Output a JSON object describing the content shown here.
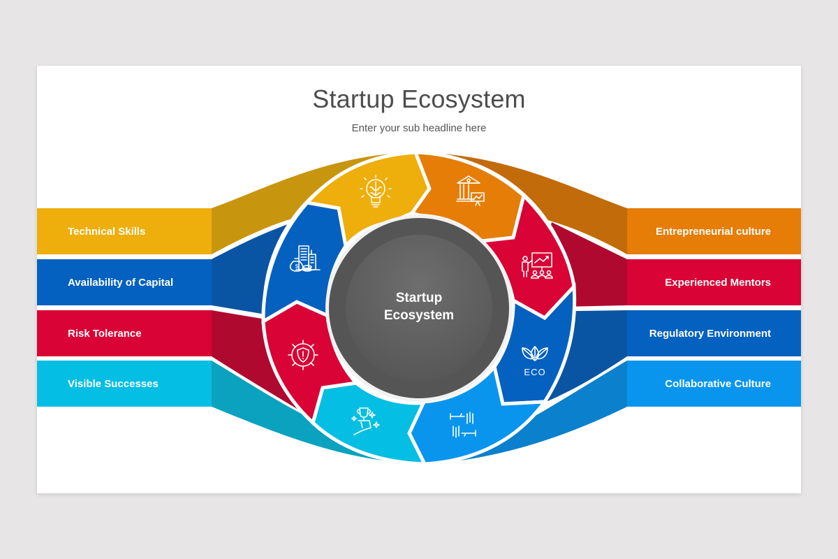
{
  "header": {
    "title": "Startup Ecosystem",
    "subtitle": "Enter your sub headline here"
  },
  "center": {
    "line1": "Startup",
    "line2": "Ecosystem"
  },
  "left_items": [
    {
      "label": "Technical Skills",
      "color": "#eeae0b",
      "icon": "brain-lightbulb-icon"
    },
    {
      "label": "Availability of Capital",
      "color": "#0561bf",
      "icon": "money-bag-buildings-icon"
    },
    {
      "label": "Risk Tolerance",
      "color": "#d90335",
      "icon": "gear-shield-warning-icon"
    },
    {
      "label": "Visible Successes",
      "color": "#05bee3",
      "icon": "trophy-hand-icon"
    }
  ],
  "right_items": [
    {
      "label": "Entrepreneurial culture",
      "color": "#e57d07",
      "icon": "bank-presentation-icon"
    },
    {
      "label": "Experienced Mentors",
      "color": "#d90335",
      "icon": "mentor-presentation-icon"
    },
    {
      "label": "Regulatory Environment",
      "color": "#0561bf",
      "icon": "eco-leaves-icon"
    },
    {
      "label": "Collaborative Culture",
      "color": "#0995ee",
      "icon": "joined-hands-icon"
    }
  ],
  "eco_icon_text": "ECO",
  "colors": {
    "background": "#e7e5e6",
    "slide": "#ffffff",
    "center_outer": "#555555",
    "center_inner": "#636363"
  }
}
